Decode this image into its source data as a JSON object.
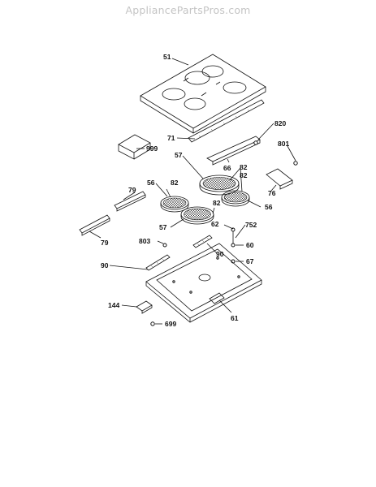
{
  "site": {
    "watermark": "AppliancePartsPros.com"
  },
  "labels": {
    "p51": "51",
    "p820": "820",
    "p71": "71",
    "p999": "999",
    "p801": "801",
    "p57a": "57",
    "p66": "66",
    "p82a": "82",
    "p82b": "82",
    "p76": "76",
    "p79a": "79",
    "p56a": "56",
    "p56b": "56",
    "p82c": "82",
    "p57b": "57",
    "p62": "62",
    "p752": "752",
    "p79b": "79",
    "p803": "803",
    "p60": "60",
    "p90a": "90",
    "p90b": "90",
    "p67": "67",
    "p144": "144",
    "p61": "61",
    "p699": "699"
  }
}
